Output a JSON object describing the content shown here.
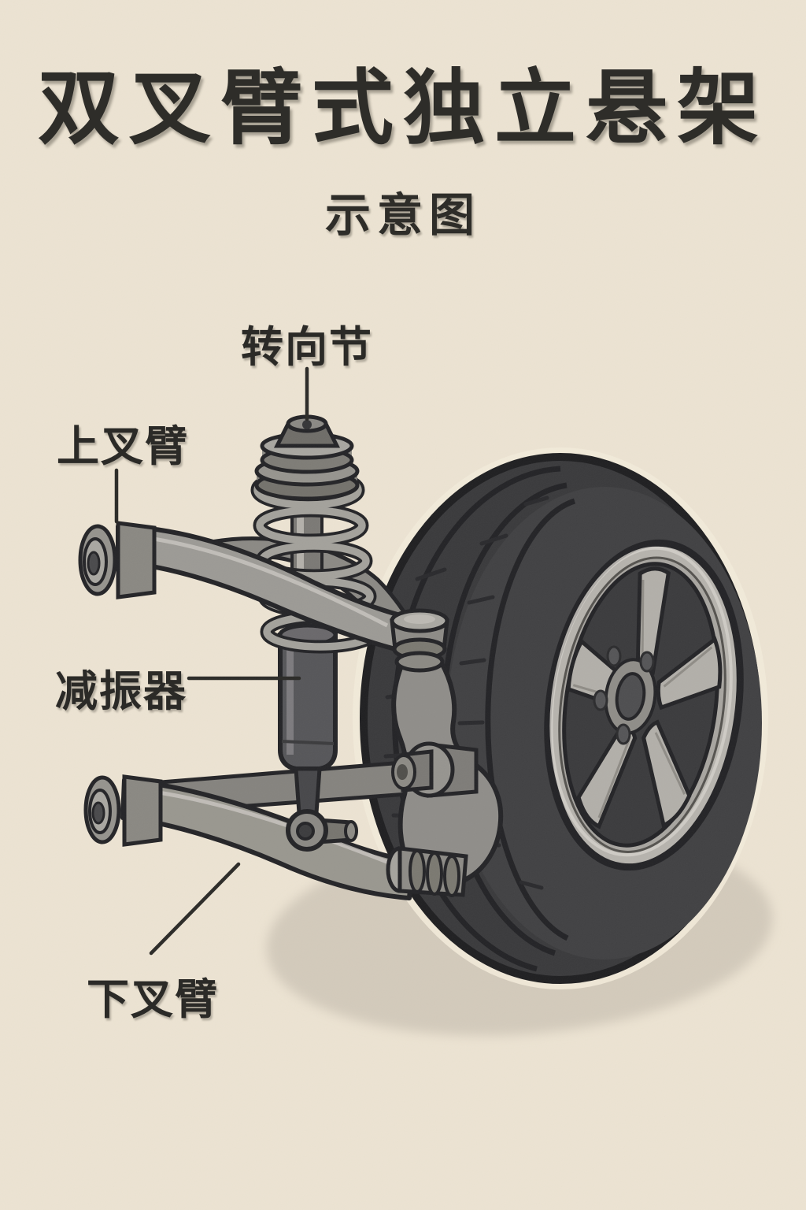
{
  "poster": {
    "title": "双叉臂式独立悬架",
    "subtitle": "示意图",
    "background_color": "#ece3d2",
    "ink_color": "#2b2a27"
  },
  "labels": {
    "steering_knuckle": "转向节",
    "upper_arm": "上叉臂",
    "shock_absorber": "减振器",
    "lower_arm": "下叉臂"
  },
  "illustration": {
    "parts": [
      "tire",
      "alloy-rim",
      "rim-spokes",
      "hub-center-cap",
      "lug-nuts",
      "coil-spring",
      "strut-top-mount",
      "shock-absorber-body",
      "shock-eyelet",
      "upper-control-arm",
      "upper-arm-bushing",
      "upper-ball-joint",
      "lower-control-arm",
      "lower-arm-bushing",
      "lower-ball-joint",
      "steering-knuckle-part",
      "wheel-hub-stub",
      "ground-shadow"
    ],
    "colors": {
      "tire": "#3a3a3c",
      "tire_outline": "#1f1f21",
      "rim": "#b6b3ad",
      "metal_light": "#a9a7a1",
      "metal_mid": "#9a9894",
      "metal_dark": "#565659",
      "outline": "#242427",
      "shadow": "#d3cabb"
    }
  }
}
